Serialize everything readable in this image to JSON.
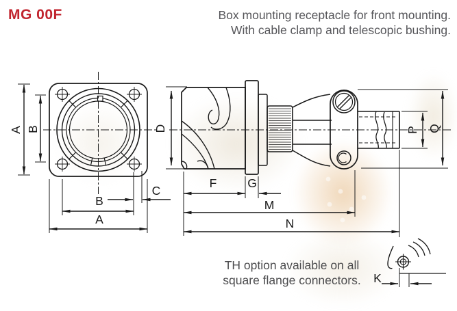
{
  "header": {
    "model": "MG 00F",
    "line1": "Box mounting receptacle for front mounting.",
    "line2": "With cable clamp and telescopic bushing."
  },
  "note": {
    "line1": "TH option available on all",
    "line2": "square flange connectors."
  },
  "dimensions": {
    "A": "A",
    "B": "B",
    "C": "C",
    "D": "D",
    "F": "F",
    "G": "G",
    "K": "K",
    "M": "M",
    "N": "N",
    "P": "P",
    "Q": "Q"
  },
  "colors": {
    "accent_red": "#c1242e",
    "line": "#191919",
    "description_text": "#56565a",
    "note_text": "#4c4c4e",
    "watermark": "#d9c9a8"
  }
}
